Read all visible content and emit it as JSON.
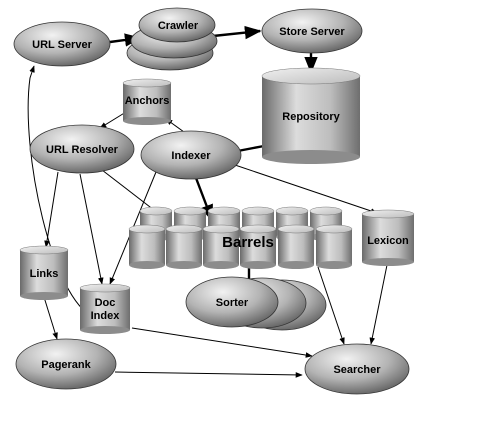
{
  "nodes": {
    "url_server": "URL Server",
    "crawler": "Crawler",
    "store_server": "Store Server",
    "anchors": "Anchors",
    "repository": "Repository",
    "url_resolver": "URL Resolver",
    "indexer": "Indexer",
    "barrels": "Barrels",
    "lexicon": "Lexicon",
    "links": "Links",
    "doc_index_line1": "Doc",
    "doc_index_line2": "Index",
    "sorter": "Sorter",
    "pagerank": "Pagerank",
    "searcher": "Searcher"
  },
  "colors": {
    "node_light": "#e6e6e6",
    "node_dark": "#5a5a5a",
    "stroke": "#000000",
    "background": "#ffffff"
  }
}
